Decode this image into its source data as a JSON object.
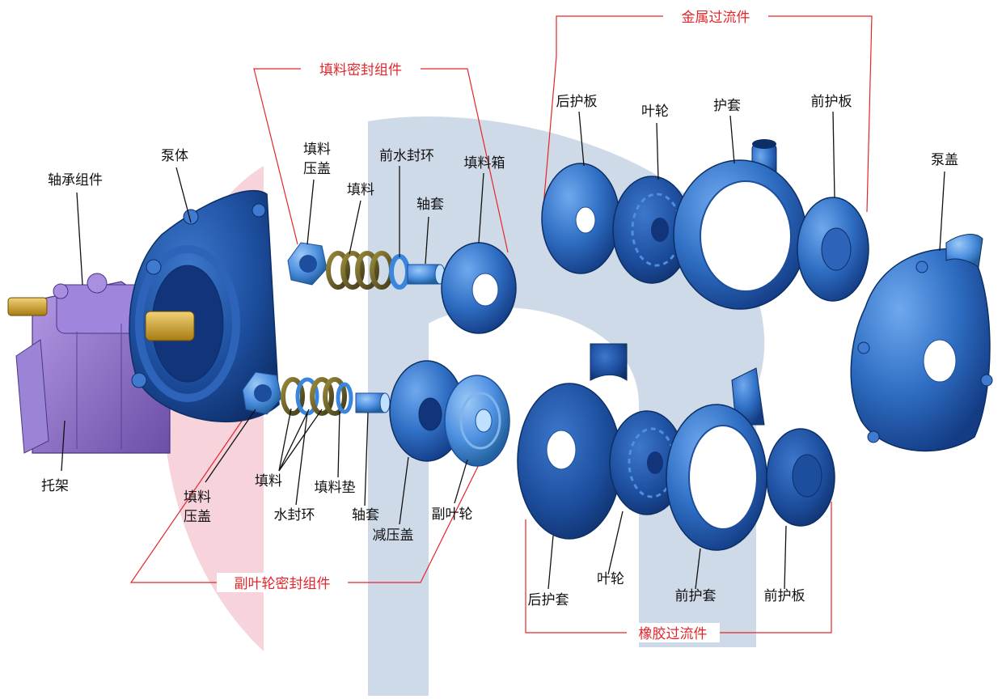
{
  "colors": {
    "part_blue": "#2f6fc4",
    "part_dark_blue": "#143c85",
    "part_light_blue": "#4d8fe0",
    "frame_purple": "#8a6cc4",
    "shaft_gold": "#d6a629",
    "group_red": "#e4262b",
    "leader_black": "#111111",
    "background_logo_blue": "#c7d3e4",
    "background_logo_pink": "#f6cbd6"
  },
  "groups": {
    "metal_wet_parts": "金属过流件",
    "packing_seal_assembly": "填料密封组件",
    "expeller_seal_assembly": "副叶轮密封组件",
    "rubber_wet_parts": "橡胶过流件"
  },
  "parts": {
    "bearing_assembly": "轴承组件",
    "pump_body": "泵体",
    "frame": "托架",
    "pump_cover": "泵盖",
    "packing_gland_line1": "填料",
    "packing_gland_line2": "压盖",
    "packing_top": "填料",
    "front_lantern_ring": "前水封环",
    "shaft_sleeve_top": "轴套",
    "stuffing_box": "填料箱",
    "metal_back_plate": "后护板",
    "metal_impeller": "叶轮",
    "metal_volute_liner": "护套",
    "metal_front_plate": "前护板",
    "expeller_gland_line1": "填料",
    "expeller_gland_line2": "压盖",
    "packing_bottom": "填料",
    "lantern_ring": "水封环",
    "packing_washer": "填料垫",
    "shaft_sleeve_bottom": "轴套",
    "expeller_ring": "减压盖",
    "expeller": "副叶轮",
    "rubber_back_liner": "后护套",
    "rubber_impeller": "叶轮",
    "rubber_front_liner": "前护套",
    "rubber_front_plate": "前护板"
  }
}
